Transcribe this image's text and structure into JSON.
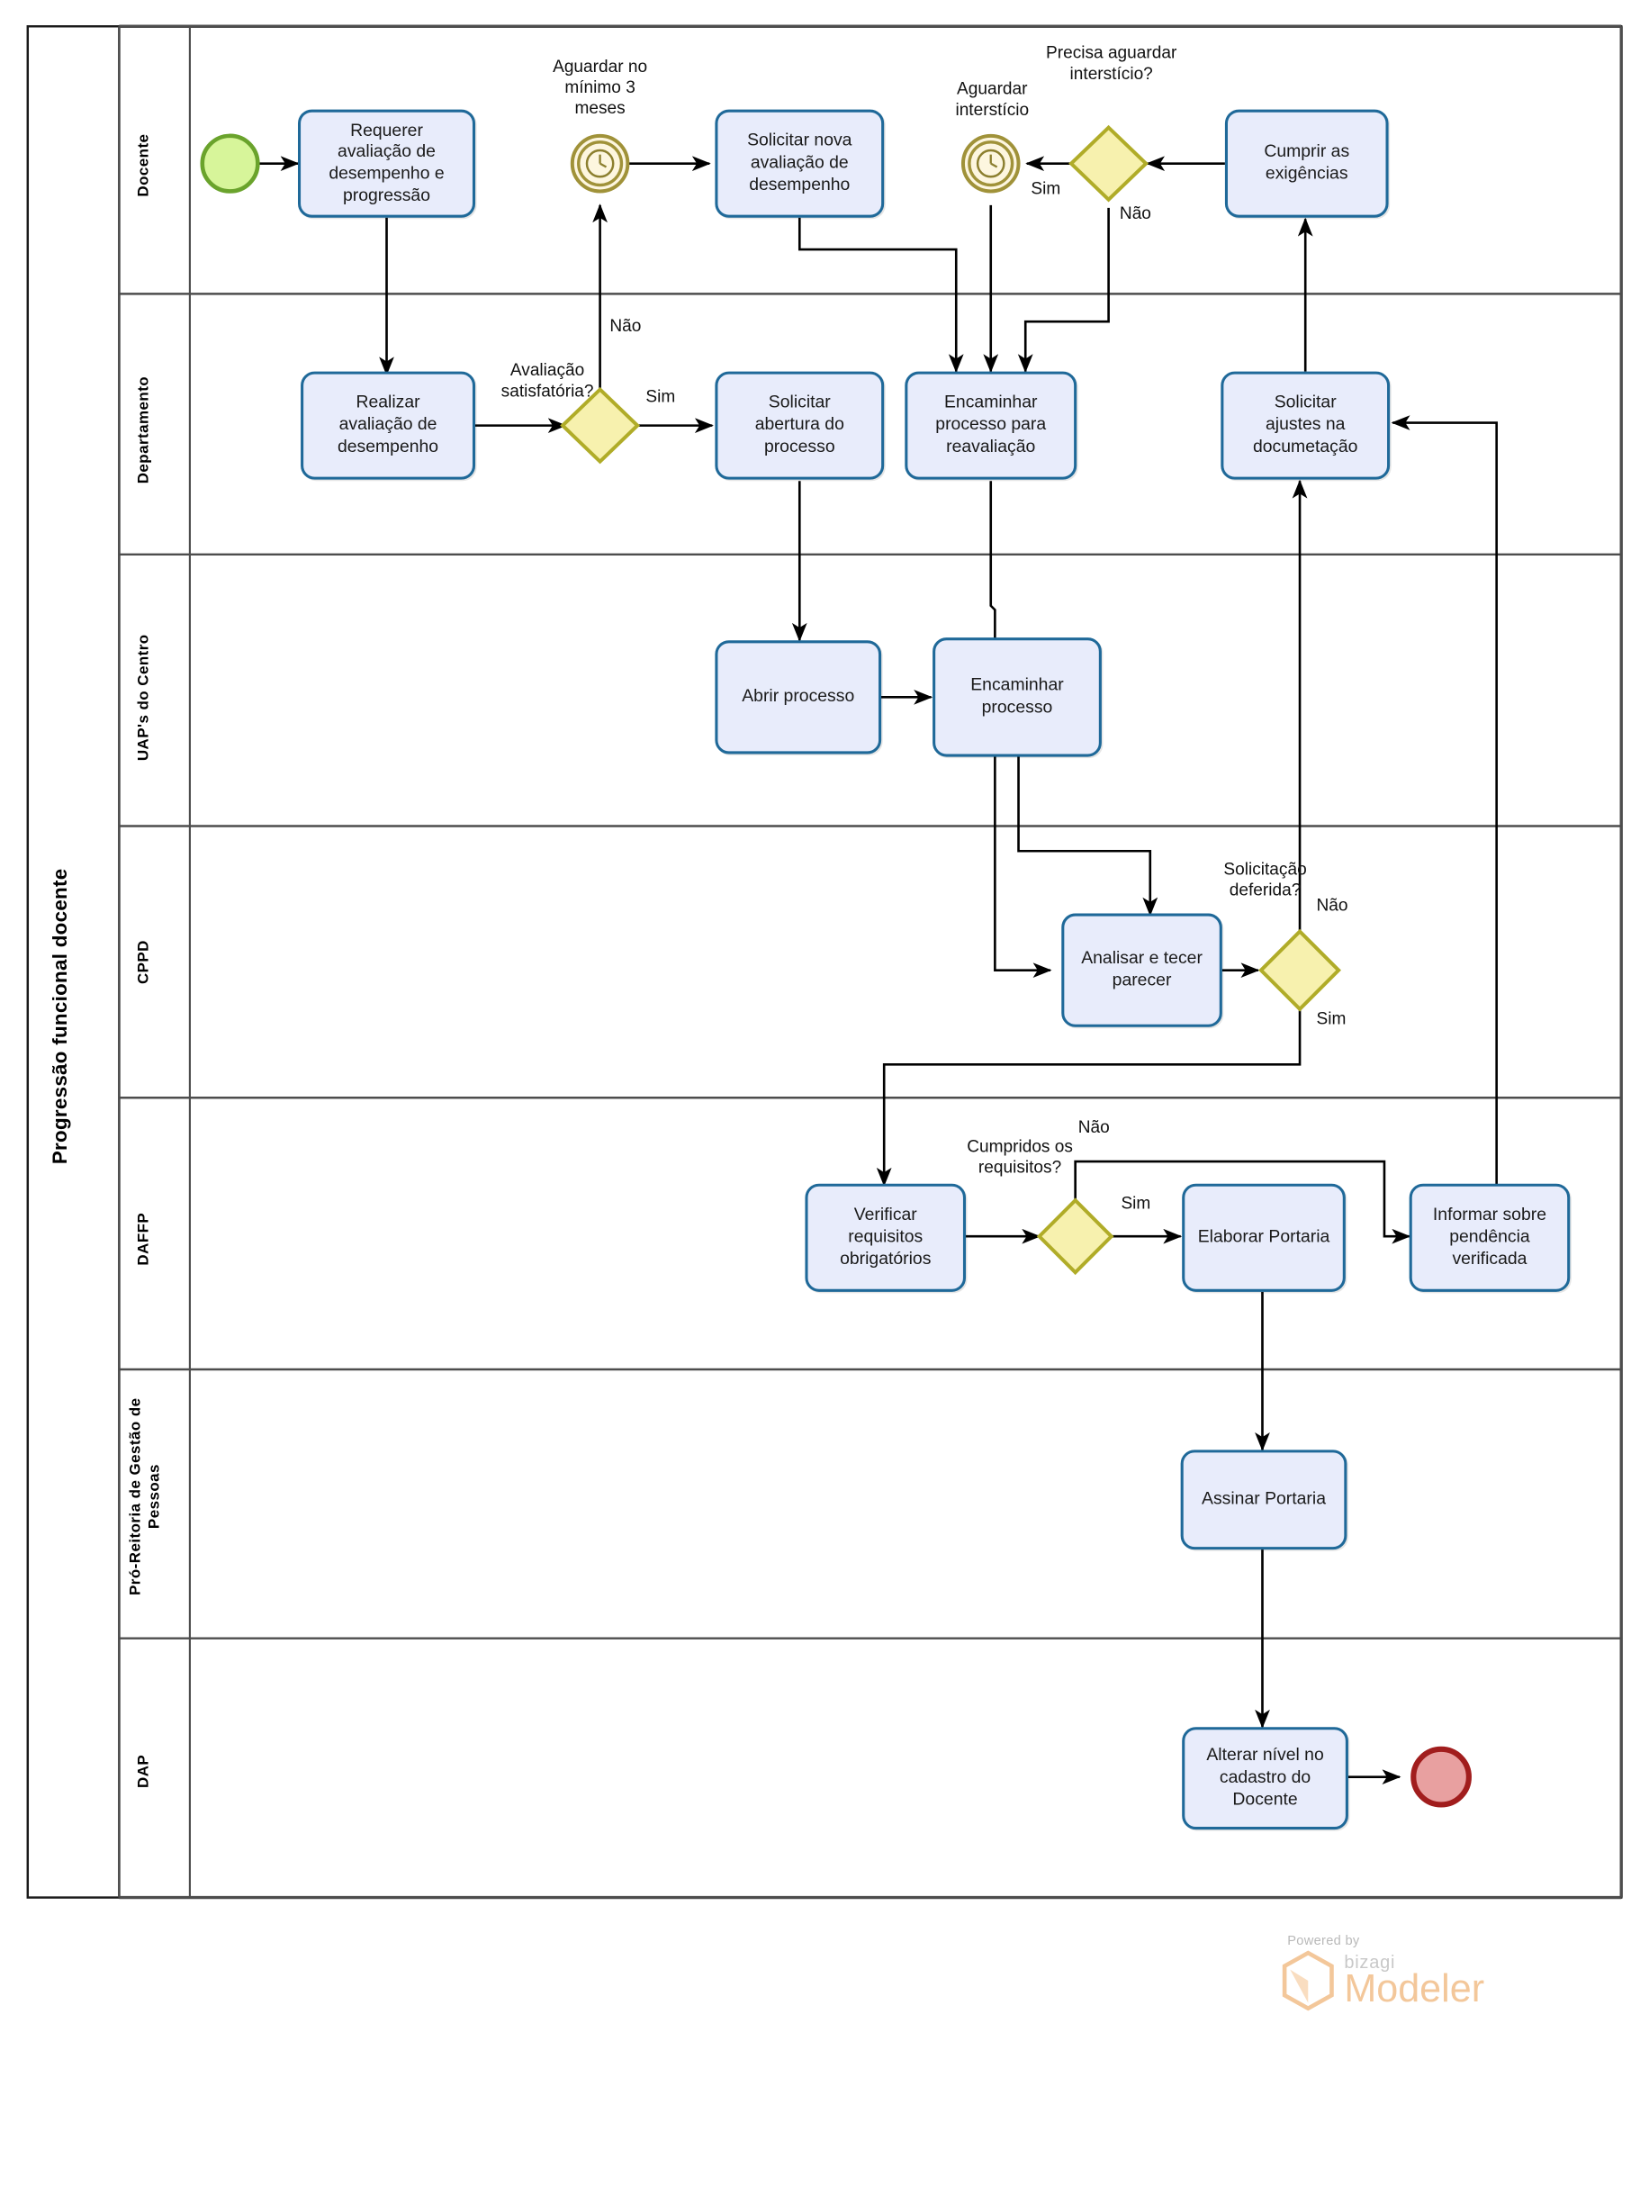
{
  "pool": {
    "title": "Progressão funcional docente"
  },
  "lanes": [
    {
      "id": "docente",
      "label": "Docente"
    },
    {
      "id": "departamento",
      "label": "Departamento"
    },
    {
      "id": "uaps",
      "label": "UAP's do Centro"
    },
    {
      "id": "cppd",
      "label": "CPPD"
    },
    {
      "id": "daffp",
      "label": "DAFFP"
    },
    {
      "id": "progep",
      "label": "Pró-Reitoria de Gestão de\nPessoas"
    },
    {
      "id": "dap",
      "label": "DAP"
    }
  ],
  "tasks": [
    {
      "id": "t1",
      "label": "Requerer\navaliação de\ndesempenho e\nprogressão"
    },
    {
      "id": "t2",
      "label": "Solicitar nova\navaliação de\ndesempenho"
    },
    {
      "id": "t3",
      "label": "Cumprir as\nexigências"
    },
    {
      "id": "t4",
      "label": "Realizar\navaliação de\ndesempenho"
    },
    {
      "id": "t5",
      "label": "Solicitar\nabertura do\nprocesso"
    },
    {
      "id": "t6",
      "label": "Encaminhar\nprocesso para\nreavaliação"
    },
    {
      "id": "t7",
      "label": "Solicitar\najustes na\ndocumetação"
    },
    {
      "id": "t8",
      "label": "Abrir processo"
    },
    {
      "id": "t9",
      "label": "Encaminhar\nprocesso"
    },
    {
      "id": "t10",
      "label": "Analisar e tecer\nparecer"
    },
    {
      "id": "t11",
      "label": "Verificar\nrequisitos\nobrigatórios"
    },
    {
      "id": "t12",
      "label": "Elaborar Portaria"
    },
    {
      "id": "t13",
      "label": "Informar sobre\npendência\nverificada"
    },
    {
      "id": "t14",
      "label": "Assinar Portaria"
    },
    {
      "id": "t15",
      "label": "Alterar nível no\ncadastro do\nDocente"
    }
  ],
  "events": [
    {
      "id": "start",
      "type": "start-event",
      "label": ""
    },
    {
      "id": "timer1",
      "type": "timer-event",
      "label": "Aguardar no\nmínimo 3\nmeses"
    },
    {
      "id": "timer2",
      "type": "timer-event",
      "label": "Aguardar\ninterstício"
    },
    {
      "id": "end",
      "type": "end-event",
      "label": ""
    }
  ],
  "gateways": [
    {
      "id": "g1",
      "label": "Avaliação\nsatisfatória?"
    },
    {
      "id": "g2",
      "label": "Precisa aguardar\ninterstício?"
    },
    {
      "id": "g3",
      "label": "Solicitação\ndeferida?"
    },
    {
      "id": "g4",
      "label": "Cumpridos os\nrequisitos?"
    }
  ],
  "flow_labels": [
    {
      "id": "f1",
      "text": "Não"
    },
    {
      "id": "f2",
      "text": "Sim"
    },
    {
      "id": "f3",
      "text": "Sim"
    },
    {
      "id": "f4",
      "text": "Não"
    },
    {
      "id": "f5",
      "text": "Não"
    },
    {
      "id": "f6",
      "text": "Sim"
    },
    {
      "id": "f7",
      "text": "Não"
    },
    {
      "id": "f8",
      "text": "Sim"
    }
  ],
  "branding": {
    "powered_by": "Powered by",
    "brand": "bizagi",
    "product": "Modeler"
  },
  "colors": {
    "task_fill": "#e8ecfb",
    "task_stroke": "#1f6999",
    "gateway_fill": "#f7f1ae",
    "gateway_stroke": "#b0ac28",
    "start_fill": "#d7f59a",
    "start_stroke": "#6aa32c",
    "end_fill": "#e8a0a0",
    "end_stroke": "#a11d1d",
    "timer_fill": "#fdf6df",
    "timer_stroke": "#a09239",
    "lane_line": "#4d4d4d",
    "flow_line": "#000000",
    "accent": "#f3c79a"
  }
}
